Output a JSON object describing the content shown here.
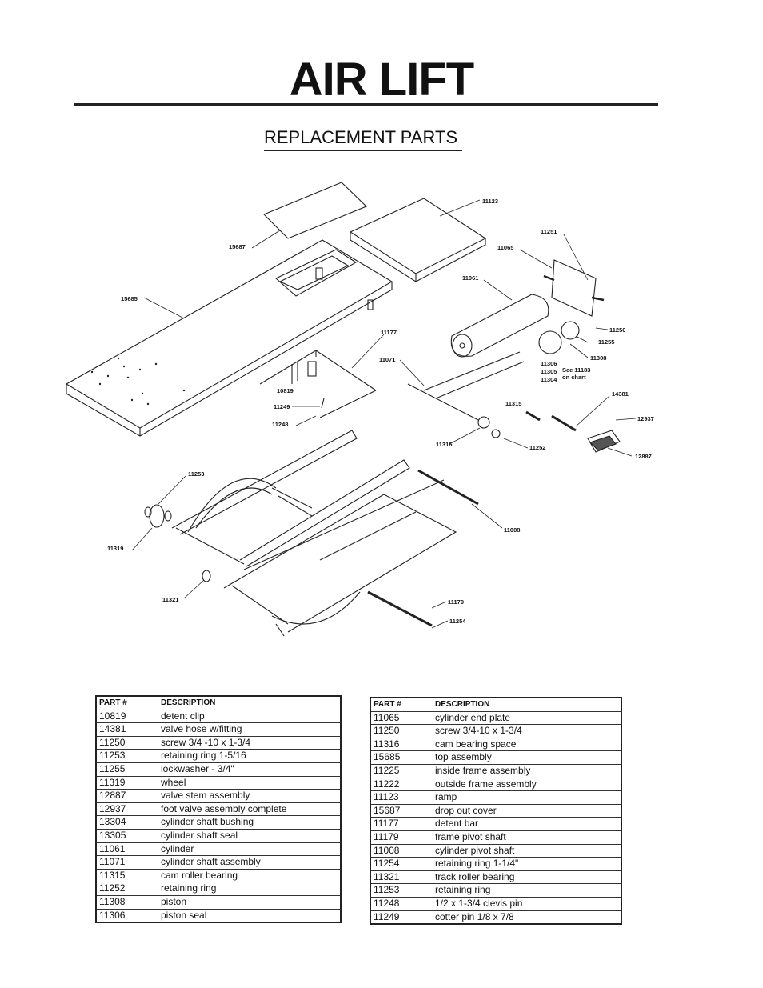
{
  "title": "AIR LIFT",
  "subtitle": "REPLACEMENT PARTS",
  "diagram": {
    "callouts": [
      "11123",
      "15687",
      "11251",
      "11065",
      "15685",
      "11061",
      "11250",
      "11255",
      "11308",
      "11177",
      "11071",
      "11306",
      "11305",
      "11304",
      "See 11183",
      "on chart",
      "10819",
      "11249",
      "11248",
      "14381",
      "11315",
      "12937",
      "11316",
      "11252",
      "12887",
      "11253",
      "11008",
      "11319",
      "11321",
      "11179",
      "11254"
    ]
  },
  "table_left": {
    "header": {
      "part": "PART #",
      "desc": "DESCRIPTION"
    },
    "rows": [
      {
        "part": "10819",
        "desc": "detent clip"
      },
      {
        "part": "14381",
        "desc": "valve hose w/fitting"
      },
      {
        "part": "11250",
        "desc": "screw 3/4 -10 x 1-3/4"
      },
      {
        "part": "11253",
        "desc": "retaining ring 1-5/16"
      },
      {
        "part": "11255",
        "desc": "lockwasher - 3/4\""
      },
      {
        "part": "11319",
        "desc": "wheel"
      },
      {
        "part": "12887",
        "desc": "valve stem assembly"
      },
      {
        "part": "12937",
        "desc": "foot valve assembly complete"
      },
      {
        "part": "13304",
        "desc": "cylinder shaft bushing"
      },
      {
        "part": "13305",
        "desc": "cylinder shaft seal"
      },
      {
        "part": "11061",
        "desc": "cylinder"
      },
      {
        "part": "11071",
        "desc": "cylinder shaft assembly"
      },
      {
        "part": "11315",
        "desc": "cam roller bearing"
      },
      {
        "part": "11252",
        "desc": "retaining ring"
      },
      {
        "part": "11308",
        "desc": "piston"
      },
      {
        "part": "11306",
        "desc": "piston seal"
      }
    ]
  },
  "table_right": {
    "header": {
      "part": "PART #",
      "desc": "DESCRIPTION"
    },
    "rows": [
      {
        "part": "11065",
        "desc": "cylinder end plate"
      },
      {
        "part": "11250",
        "desc": "screw 3/4-10 x 1-3/4"
      },
      {
        "part": "11316",
        "desc": "cam bearing space"
      },
      {
        "part": "15685",
        "desc": "top assembly"
      },
      {
        "part": "11225",
        "desc": "inside frame assembly"
      },
      {
        "part": "11222",
        "desc": "outside frame assembly"
      },
      {
        "part": "11123",
        "desc": "ramp"
      },
      {
        "part": "15687",
        "desc": "drop out cover"
      },
      {
        "part": "11177",
        "desc": "detent bar"
      },
      {
        "part": "11179",
        "desc": "frame pivot shaft"
      },
      {
        "part": "11008",
        "desc": "cylinder pivot shaft"
      },
      {
        "part": "11254",
        "desc": "retaining ring 1-1/4\""
      },
      {
        "part": "11321",
        "desc": "track roller bearing"
      },
      {
        "part": "11253",
        "desc": "retaining ring"
      },
      {
        "part": "11248",
        "desc": "1/2 x 1-3/4 clevis pin"
      },
      {
        "part": "11249",
        "desc": "cotter pin 1/8 x 7/8"
      }
    ]
  }
}
